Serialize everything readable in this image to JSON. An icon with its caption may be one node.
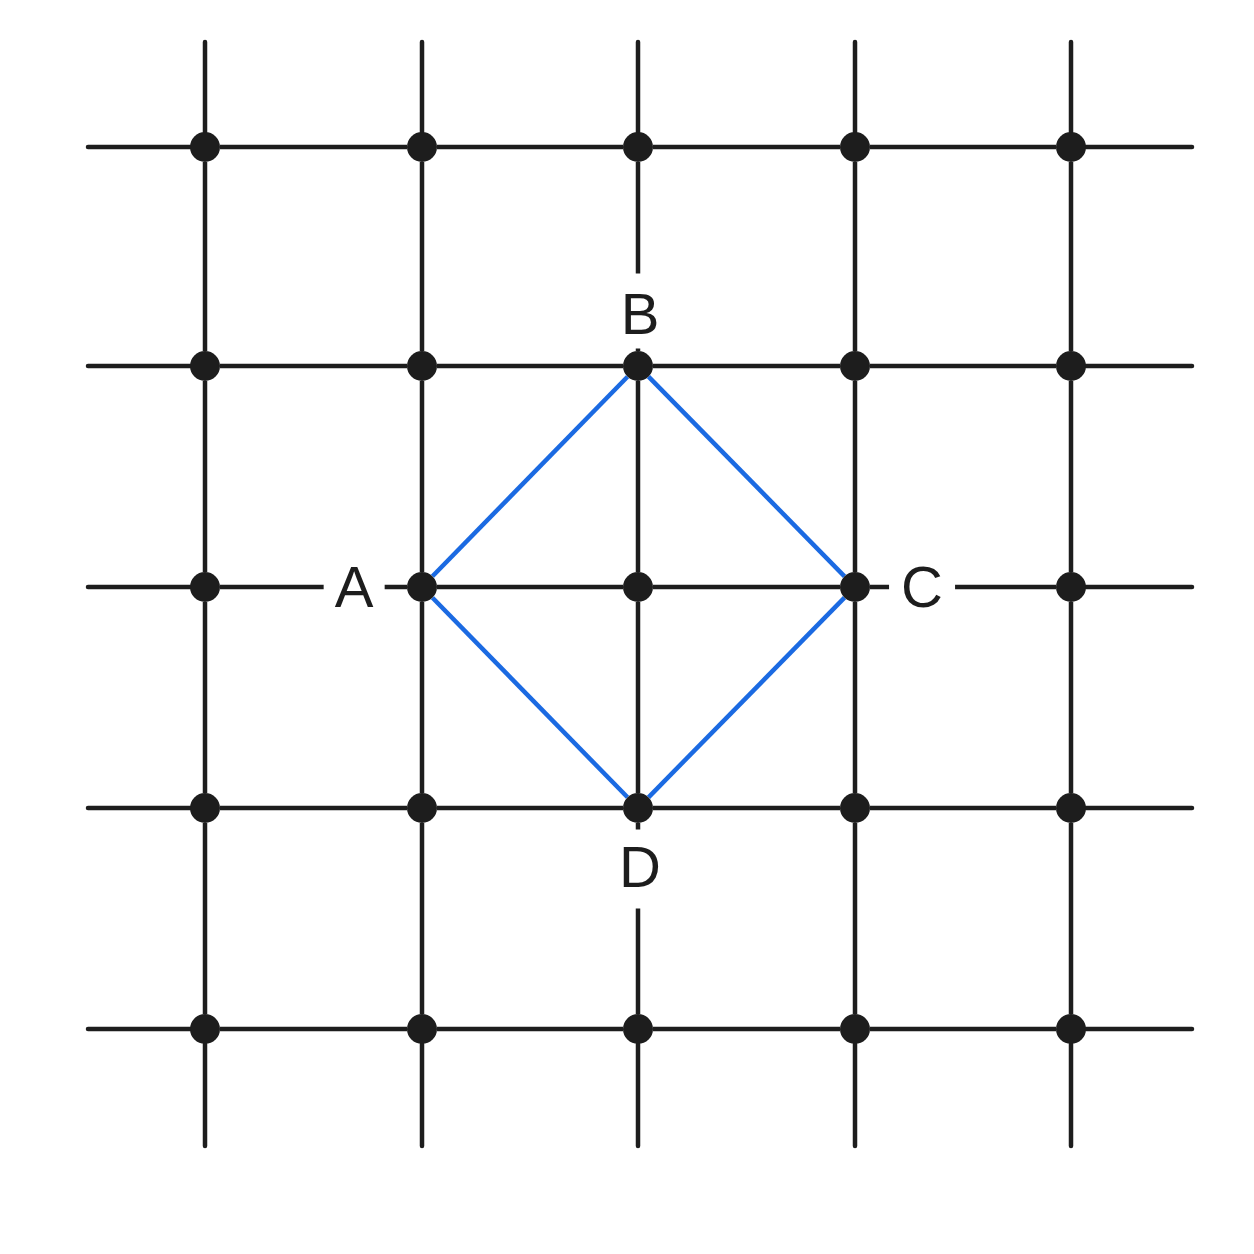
{
  "diagram": {
    "nodes": [
      {
        "text": [],
        "shape": "circle"
      },
      {
        "text": [],
        "shape": "circle"
      },
      {
        "text": [],
        "shape": "circle"
      },
      {
        "text": [],
        "shape": "circle"
      },
      {
        "text": [],
        "shape": "circle"
      },
      {
        "text": [],
        "shape": "circle"
      },
      {
        "text": [],
        "shape": "circle"
      },
      {
        "text": [],
        "shape": "circle",
        "beside": [
          "B"
        ]
      },
      {
        "text": [],
        "shape": "circle"
      },
      {
        "text": [],
        "shape": "circle"
      },
      {
        "text": [],
        "shape": "circle"
      },
      {
        "text": [],
        "shape": "circle",
        "beside": [
          "A"
        ]
      },
      {
        "text": [],
        "shape": "circle"
      },
      {
        "text": [],
        "shape": "circle",
        "beside": [
          "C"
        ]
      },
      {
        "text": [],
        "shape": "circle"
      },
      {
        "text": [],
        "shape": "circle"
      },
      {
        "text": [],
        "shape": "circle"
      },
      {
        "text": [],
        "shape": "circle",
        "beside": [
          "D"
        ]
      },
      {
        "text": [],
        "shape": "circle"
      },
      {
        "text": [],
        "shape": "circle"
      },
      {
        "text": [],
        "shape": "circle"
      },
      {
        "text": [],
        "shape": "circle"
      },
      {
        "text": [],
        "shape": "circle"
      },
      {
        "text": [],
        "shape": "circle"
      },
      {
        "text": [],
        "shape": "circle"
      }
    ],
    "edges": [
      {
        "from": 0,
        "to": 1,
        "arrow": "none"
      },
      {
        "from": 1,
        "to": 2,
        "arrow": "none"
      },
      {
        "from": 2,
        "to": 3,
        "arrow": "none"
      },
      {
        "from": 3,
        "to": 4,
        "arrow": "none"
      },
      {
        "from": 5,
        "to": 6,
        "arrow": "none"
      },
      {
        "from": 6,
        "to": 7,
        "arrow": "none"
      },
      {
        "from": 7,
        "to": 8,
        "arrow": "none"
      },
      {
        "from": 8,
        "to": 9,
        "arrow": "none"
      },
      {
        "from": 10,
        "to": 11,
        "arrow": "none"
      },
      {
        "from": 11,
        "to": 12,
        "arrow": "none"
      },
      {
        "from": 12,
        "to": 13,
        "arrow": "none"
      },
      {
        "from": 13,
        "to": 14,
        "arrow": "none"
      },
      {
        "from": 15,
        "to": 16,
        "arrow": "none"
      },
      {
        "from": 16,
        "to": 17,
        "arrow": "none"
      },
      {
        "from": 17,
        "to": 18,
        "arrow": "none"
      },
      {
        "from": 18,
        "to": 19,
        "arrow": "none"
      },
      {
        "from": 20,
        "to": 21,
        "arrow": "none"
      },
      {
        "from": 21,
        "to": 22,
        "arrow": "none"
      },
      {
        "from": 22,
        "to": 23,
        "arrow": "none"
      },
      {
        "from": 23,
        "to": 24,
        "arrow": "none"
      },
      {
        "from": 0,
        "to": 5,
        "arrow": "none"
      },
      {
        "from": 5,
        "to": 10,
        "arrow": "none"
      },
      {
        "from": 10,
        "to": 15,
        "arrow": "none"
      },
      {
        "from": 15,
        "to": 20,
        "arrow": "none"
      },
      {
        "from": 1,
        "to": 6,
        "arrow": "none"
      },
      {
        "from": 6,
        "to": 11,
        "arrow": "none"
      },
      {
        "from": 11,
        "to": 16,
        "arrow": "none"
      },
      {
        "from": 16,
        "to": 21,
        "arrow": "none"
      },
      {
        "from": 2,
        "to": 7,
        "arrow": "none"
      },
      {
        "from": 7,
        "to": 12,
        "arrow": "none"
      },
      {
        "from": 12,
        "to": 17,
        "arrow": "none"
      },
      {
        "from": 17,
        "to": 22,
        "arrow": "none"
      },
      {
        "from": 3,
        "to": 8,
        "arrow": "none"
      },
      {
        "from": 8,
        "to": 13,
        "arrow": "none"
      },
      {
        "from": 13,
        "to": 18,
        "arrow": "none"
      },
      {
        "from": 18,
        "to": 23,
        "arrow": "none"
      },
      {
        "from": 4,
        "to": 9,
        "arrow": "none"
      },
      {
        "from": 9,
        "to": 14,
        "arrow": "none"
      },
      {
        "from": 14,
        "to": 19,
        "arrow": "none"
      },
      {
        "from": 19,
        "to": 24,
        "arrow": "none"
      },
      {
        "from": 11,
        "to": 7,
        "arrow": "none",
        "color": "#1b6ae2"
      },
      {
        "from": 7,
        "to": 13,
        "arrow": "none",
        "color": "#1b6ae2"
      },
      {
        "from": 13,
        "to": 17,
        "arrow": "none",
        "color": "#1b6ae2"
      },
      {
        "from": 17,
        "to": 11,
        "arrow": "none",
        "color": "#1b6ae2"
      }
    ]
  }
}
